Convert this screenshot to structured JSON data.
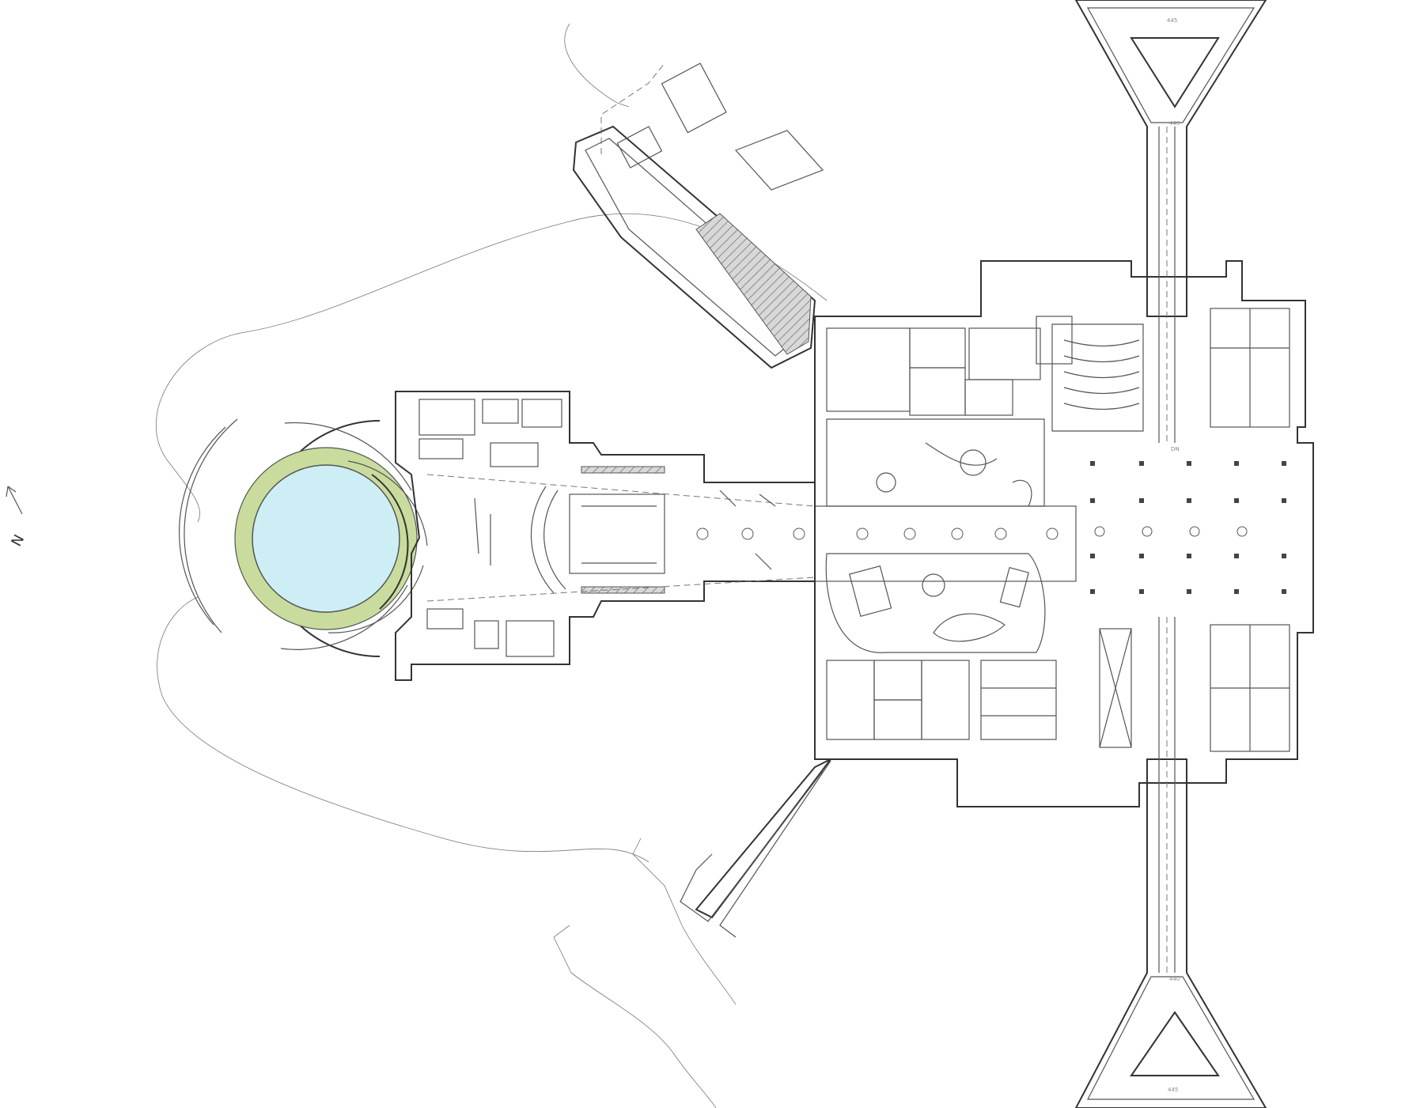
{
  "colors": {
    "water": "#cdeef5",
    "ring": "#c9dc9d",
    "line": "#555555",
    "background": "#ffffff"
  },
  "north_arrow": {
    "label": "N"
  },
  "dimensions": {
    "top_outer": "445",
    "top_inner": "440",
    "bottom_inner": "440",
    "bottom_outer": "445"
  },
  "notes": {
    "stair_label": "DN"
  }
}
